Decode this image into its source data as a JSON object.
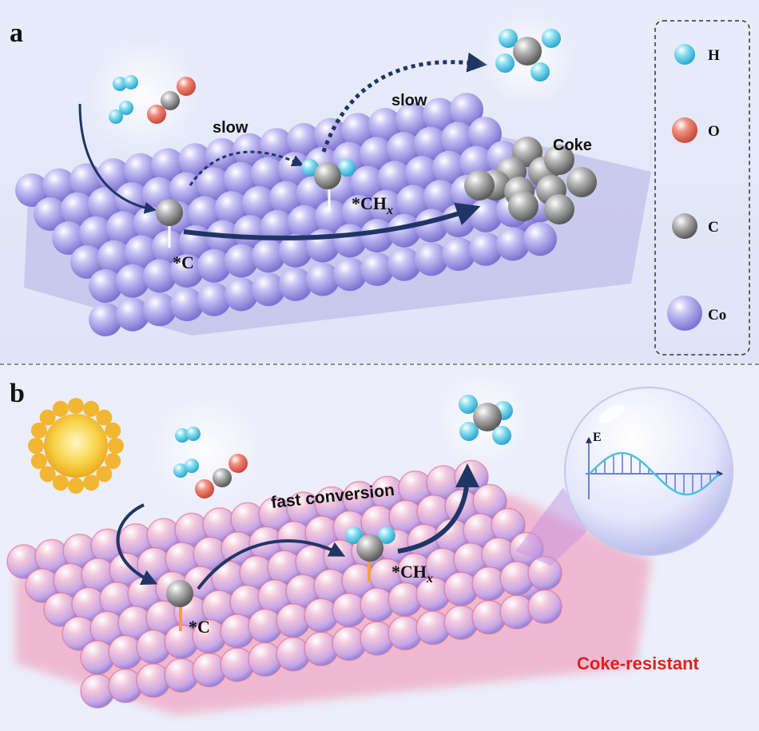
{
  "panel_a": {
    "label": "a",
    "slow_1": "slow",
    "slow_2": "slow",
    "coke": "Coke",
    "surface_c": "*C",
    "surface_ch_main": "*CH",
    "surface_ch_sub": "x"
  },
  "panel_b": {
    "label": "b",
    "fast_conversion": "fast conversion",
    "surface_c": "*C",
    "surface_ch_main": "*CH",
    "surface_ch_sub": "x",
    "coke_resistant": "Coke-resistant",
    "field_label": "E"
  },
  "legend": {
    "items": [
      {
        "symbol": "H",
        "color": "#7fd8ee"
      },
      {
        "symbol": "O",
        "color": "#e8796a"
      },
      {
        "symbol": "C",
        "color": "#9a9a9a"
      },
      {
        "symbol": "Co",
        "color": "#a99fe8"
      }
    ]
  },
  "colors": {
    "arrow": "#1f3566",
    "coke_resistant_text": "#e02020",
    "sun": "#f6c636"
  }
}
